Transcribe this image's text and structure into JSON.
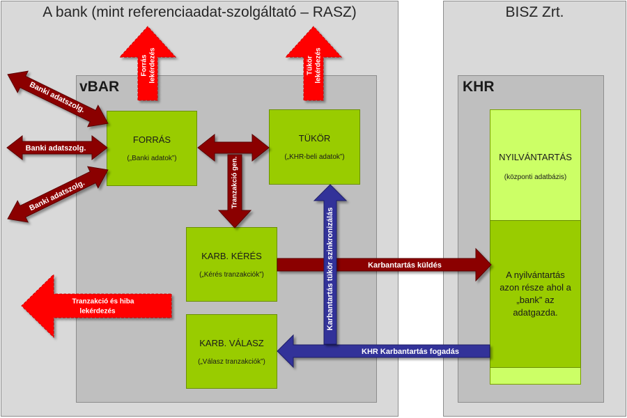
{
  "left_panel": {
    "title": "A bank (mint referenciaadat-szolgáltató – RASZ)",
    "inner_title": "vBAR",
    "colors": {
      "outer": "#d9d9d9",
      "inner": "#bfbfbf"
    }
  },
  "right_panel": {
    "title": "BISZ Zrt.",
    "inner_title": "KHR"
  },
  "boxes": {
    "forras": {
      "title": "FORRÁS",
      "sub": "(„Banki adatok”)"
    },
    "tukor": {
      "title": "TÜKÖR",
      "sub": "(„KHR-beli adatok”)"
    },
    "karb_keres": {
      "title": "KARB. KÉRÉS",
      "sub": "(„Kérés tranzakciók”)"
    },
    "karb_valasz": {
      "title": "KARB. VÁLASZ",
      "sub": "(„Válasz tranzakciók”)"
    },
    "nyilvantartas": {
      "title": "NYILVÁNTARTÁS",
      "sub": "(központi adatbázis)"
    },
    "adatgazda": {
      "lines": [
        "A nyilvántartás",
        "azon része ahol a",
        "„bank” az",
        "adatgazda."
      ]
    }
  },
  "arrows": {
    "banki_1": "Banki adatszolg.",
    "banki_2": "Banki adatszolg.",
    "banki_3": "Banki adatszolg.",
    "forras_lekerdezes": [
      "Forrás",
      "lekérdezés"
    ],
    "tukor_lekerdezes": [
      "Tükör",
      "lekérdezés"
    ],
    "tranzakcio_gen": "Tranzakció gen.",
    "tukor_szinkron": "Karbantartás tükör szinkronizálás",
    "karb_kuldes": "Karbantartás küldés",
    "khr_fogadas": "KHR Karbantartás fogadás",
    "hiba_lekerdezes": [
      "Tranzakció és hiba",
      "lekérdezés"
    ]
  },
  "colors": {
    "green": "#99cc00",
    "light_green": "#ccff66",
    "dark_red": "#8b0000",
    "red": "#ff0000",
    "navy": "#333399"
  }
}
